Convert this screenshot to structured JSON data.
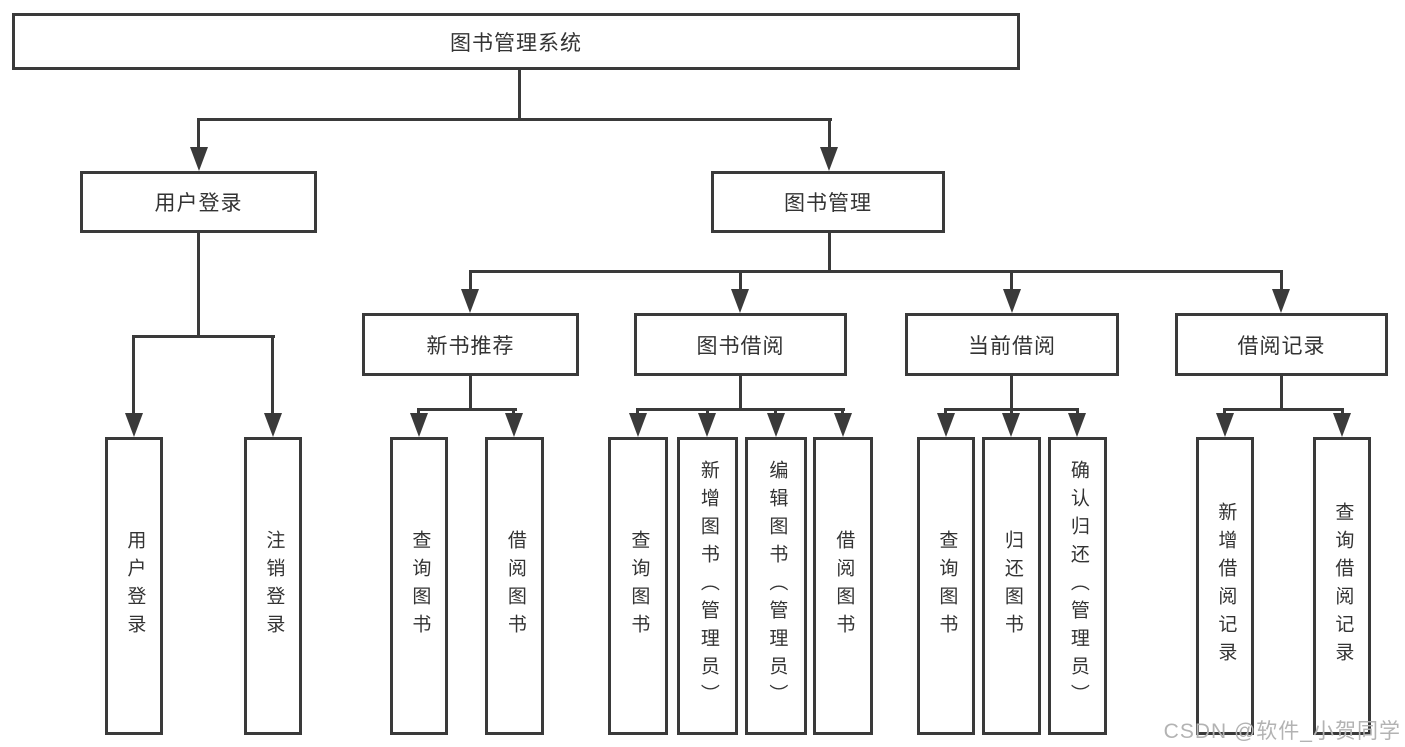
{
  "tree": {
    "label": "图书管理系统",
    "children": [
      {
        "label": "用户登录",
        "children": [
          {
            "label": "用户登录"
          },
          {
            "label": "注销登录"
          }
        ]
      },
      {
        "label": "图书管理",
        "children": [
          {
            "label": "新书推荐",
            "children": [
              {
                "label": "查询图书"
              },
              {
                "label": "借阅图书"
              }
            ]
          },
          {
            "label": "图书借阅",
            "children": [
              {
                "label": "查询图书"
              },
              {
                "label": "新增图书（管理员）"
              },
              {
                "label": "编辑图书（管理员）"
              },
              {
                "label": "借阅图书"
              }
            ]
          },
          {
            "label": "当前借阅",
            "children": [
              {
                "label": "查询图书"
              },
              {
                "label": "归还图书"
              },
              {
                "label": "确认归还（管理员）"
              }
            ]
          },
          {
            "label": "借阅记录",
            "children": [
              {
                "label": "新增借阅记录"
              },
              {
                "label": "查询借阅记录"
              }
            ]
          }
        ]
      }
    ]
  },
  "watermark": {
    "text": "CSDN @软件_小贺同学"
  },
  "colors": {
    "line": "#3a3a3a",
    "text": "#333333",
    "watermark": "#b3b3b3",
    "background": "#ffffff"
  }
}
